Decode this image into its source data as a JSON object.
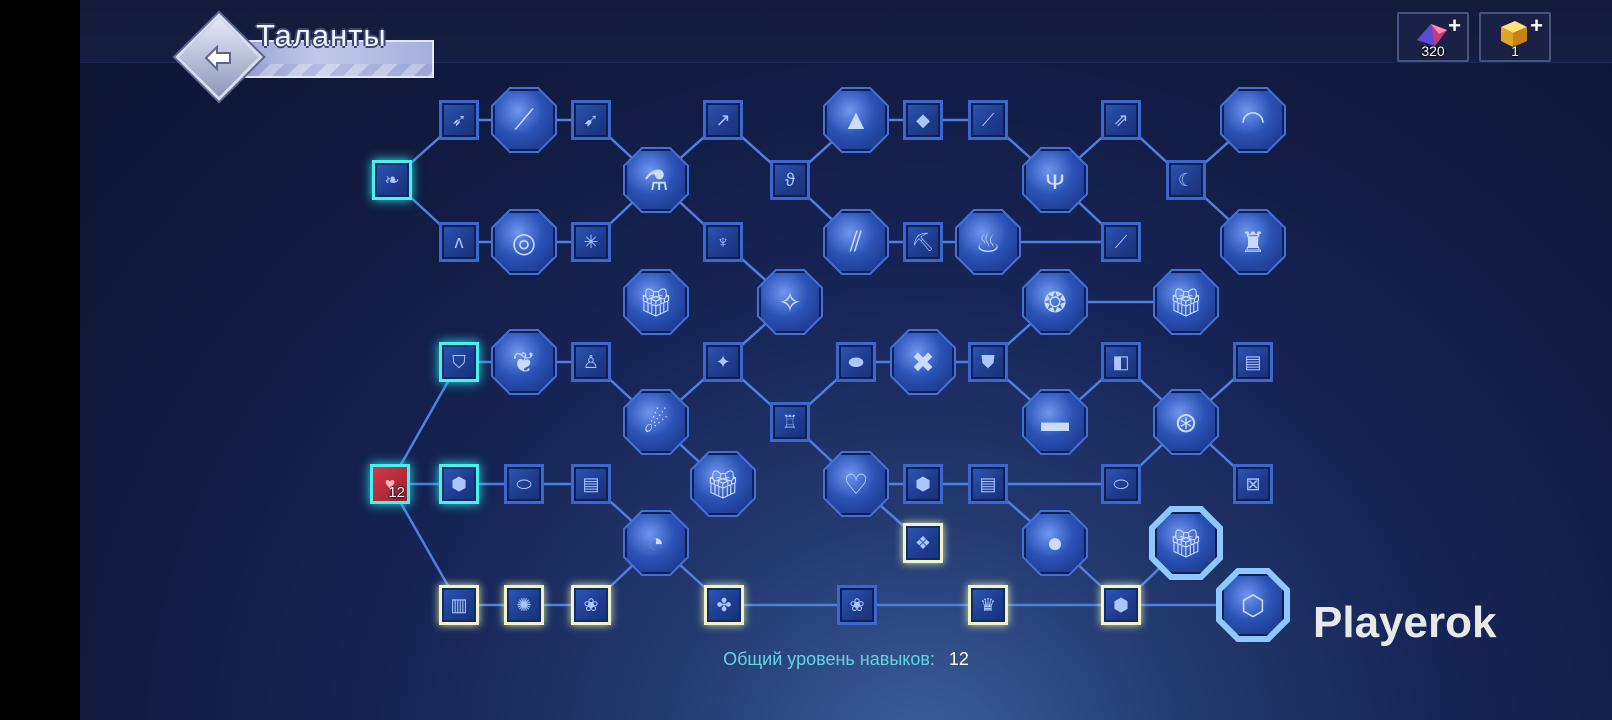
{
  "header": {
    "title": "Таланты"
  },
  "currencies": [
    {
      "name": "gem",
      "value": "320",
      "icon": "gem-icon"
    },
    {
      "name": "chest",
      "value": "1",
      "icon": "gold-chest-icon"
    }
  ],
  "level_badge": "12",
  "footer": {
    "label": "Общий уровень навыков:",
    "value": "12"
  },
  "watermark": "Playerok",
  "colors": {
    "active": "#49f0ee",
    "unlocked": "#f3f1c8",
    "node": "#2e57b8",
    "link": "#4f7fe0"
  }
}
